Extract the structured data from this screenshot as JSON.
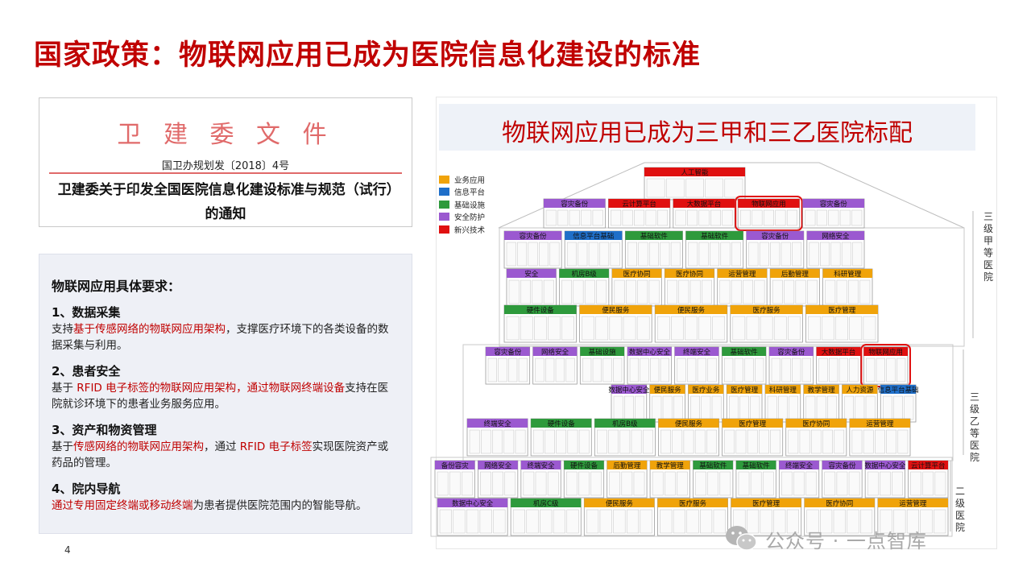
{
  "page_title": "国家政策：物联网应用已成为医院信息化建设的标准",
  "document": {
    "issuer": "卫 建 委 文 件",
    "number": "国卫办规划发〔2018〕4号",
    "subject": "卫建委关于印发全国医院信息化建设标准与规范（试行）的通知"
  },
  "requirements": {
    "heading": "物联网应用具体要求：",
    "sections": [
      {
        "title": "1、数据采集",
        "body": [
          {
            "t": "支持",
            "red": false
          },
          {
            "t": "基于传感网络的物联网应用架构",
            "red": true
          },
          {
            "t": "，支撑医疗环境下的各类设备的数据采集与利用。",
            "red": false
          }
        ]
      },
      {
        "title": "2、患者安全",
        "body": [
          {
            "t": "基于 ",
            "red": false
          },
          {
            "t": "RFID 电子标签的物联网应用架构，通过物联网终端设备",
            "red": true
          },
          {
            "t": "支持在医院就诊环境下的患者业务服务应用。",
            "red": false
          }
        ]
      },
      {
        "title": "3、资产和物资管理",
        "body": [
          {
            "t": "基于",
            "red": false
          },
          {
            "t": "传感网络的物联网应用架构",
            "red": true
          },
          {
            "t": "，通过 ",
            "red": false
          },
          {
            "t": "RFID 电子标签",
            "red": true
          },
          {
            "t": "实现医院资产或药品的管理。",
            "red": false
          }
        ]
      },
      {
        "title": "4、院内导航",
        "body": [
          {
            "t": "通过专用固定终端或移动终端",
            "red": true
          },
          {
            "t": "为患者提供医院范围内的智能导航。",
            "red": false
          }
        ]
      }
    ]
  },
  "page_number": "4",
  "right_panel": {
    "title": "物联网应用已成为三甲和三乙医院标配",
    "legend": [
      {
        "label": "业务应用",
        "color": "#f0a30a"
      },
      {
        "label": "信息平台",
        "color": "#1f6fc9"
      },
      {
        "label": "基础设施",
        "color": "#2e9a3c"
      },
      {
        "label": "安全防护",
        "color": "#9b59d0"
      },
      {
        "label": "新兴技术",
        "color": "#e01010"
      }
    ],
    "tiers": [
      {
        "label": "三级甲等医院",
        "rows": [
          {
            "blocks": [
              {
                "label": "人工智能",
                "cat": "新兴技术"
              }
            ]
          },
          {
            "blocks": [
              {
                "label": "容灾备份",
                "cat": "安全防护"
              },
              {
                "label": "云计算平台",
                "cat": "新兴技术"
              },
              {
                "label": "大数据平台",
                "cat": "新兴技术"
              },
              {
                "label": "物联网应用",
                "cat": "新兴技术",
                "highlight": true
              },
              {
                "label": "容灾备份",
                "cat": "安全防护"
              }
            ]
          },
          {
            "blocks": [
              {
                "label": "容灾备份",
                "cat": "安全防护"
              },
              {
                "label": "信息平台基础",
                "cat": "信息平台"
              },
              {
                "label": "基础软件",
                "cat": "基础设施"
              },
              {
                "label": "基础软件",
                "cat": "基础设施"
              },
              {
                "label": "容灾备份",
                "cat": "安全防护"
              },
              {
                "label": "网络安全",
                "cat": "安全防护"
              }
            ]
          },
          {
            "blocks": [
              {
                "label": "安全",
                "cat": "安全防护"
              },
              {
                "label": "机房B级",
                "cat": "基础设施"
              },
              {
                "label": "医疗协同",
                "cat": "业务应用"
              },
              {
                "label": "医疗协同",
                "cat": "业务应用"
              },
              {
                "label": "运营管理",
                "cat": "业务应用"
              },
              {
                "label": "后勤管理",
                "cat": "业务应用"
              },
              {
                "label": "科研管理",
                "cat": "业务应用"
              }
            ]
          },
          {
            "blocks": [
              {
                "label": "硬件设备",
                "cat": "基础设施"
              },
              {
                "label": "便民服务",
                "cat": "业务应用"
              },
              {
                "label": "便民服务",
                "cat": "业务应用"
              },
              {
                "label": "医疗服务",
                "cat": "业务应用"
              },
              {
                "label": "医疗管理",
                "cat": "业务应用"
              }
            ]
          }
        ]
      },
      {
        "label": "三级乙等医院",
        "rows": [
          {
            "blocks": [
              {
                "label": "容灾备份",
                "cat": "安全防护"
              },
              {
                "label": "网络安全",
                "cat": "安全防护"
              },
              {
                "label": "基础设施",
                "cat": "基础设施"
              },
              {
                "label": "数据中心安全",
                "cat": "安全防护"
              },
              {
                "label": "终端安全",
                "cat": "安全防护"
              },
              {
                "label": "基础软件",
                "cat": "基础设施"
              },
              {
                "label": "容灾备份",
                "cat": "安全防护"
              },
              {
                "label": "大数据平台",
                "cat": "新兴技术"
              },
              {
                "label": "物联网应用",
                "cat": "新兴技术",
                "highlight": true
              }
            ]
          },
          {
            "blocks": [
              {
                "label": "数据中心安全",
                "cat": "安全防护"
              },
              {
                "label": "便民服务",
                "cat": "业务应用"
              },
              {
                "label": "医疗业务",
                "cat": "业务应用"
              },
              {
                "label": "医疗管理",
                "cat": "业务应用"
              },
              {
                "label": "科研管理",
                "cat": "业务应用"
              },
              {
                "label": "教学管理",
                "cat": "业务应用"
              },
              {
                "label": "人力资源",
                "cat": "业务应用"
              },
              {
                "label": "信息平台基础",
                "cat": "信息平台"
              }
            ]
          },
          {
            "blocks": [
              {
                "label": "终端安全",
                "cat": "安全防护"
              },
              {
                "label": "硬件设备",
                "cat": "基础设施"
              },
              {
                "label": "机房B级",
                "cat": "基础设施"
              },
              {
                "label": "便民服务",
                "cat": "业务应用"
              },
              {
                "label": "医疗管理",
                "cat": "业务应用"
              },
              {
                "label": "医疗协同",
                "cat": "业务应用"
              },
              {
                "label": "运营管理",
                "cat": "业务应用"
              }
            ]
          }
        ]
      },
      {
        "label": "二级医院",
        "rows": [
          {
            "blocks": [
              {
                "label": "备份容灾",
                "cat": "安全防护"
              },
              {
                "label": "网络安全",
                "cat": "安全防护"
              },
              {
                "label": "终端安全",
                "cat": "安全防护"
              },
              {
                "label": "硬件设备",
                "cat": "基础设施"
              },
              {
                "label": "后勤管理",
                "cat": "业务应用"
              },
              {
                "label": "教学管理",
                "cat": "业务应用"
              },
              {
                "label": "基础软件",
                "cat": "基础设施"
              },
              {
                "label": "基础软件",
                "cat": "基础设施"
              },
              {
                "label": "终端安全",
                "cat": "安全防护"
              },
              {
                "label": "容灾备份",
                "cat": "安全防护"
              },
              {
                "label": "数据中心安全",
                "cat": "安全防护"
              },
              {
                "label": "云计算平台",
                "cat": "新兴技术"
              }
            ]
          },
          {
            "blocks": [
              {
                "label": "数据中心安全",
                "cat": "安全防护"
              },
              {
                "label": "机房C级",
                "cat": "基础设施"
              },
              {
                "label": "便民服务",
                "cat": "业务应用"
              },
              {
                "label": "医疗服务",
                "cat": "业务应用"
              },
              {
                "label": "医疗管理",
                "cat": "业务应用"
              },
              {
                "label": "医疗协同",
                "cat": "业务应用"
              },
              {
                "label": "运营管理",
                "cat": "业务应用"
              }
            ]
          }
        ]
      }
    ]
  },
  "watermark": "公众号 · 一点智库"
}
